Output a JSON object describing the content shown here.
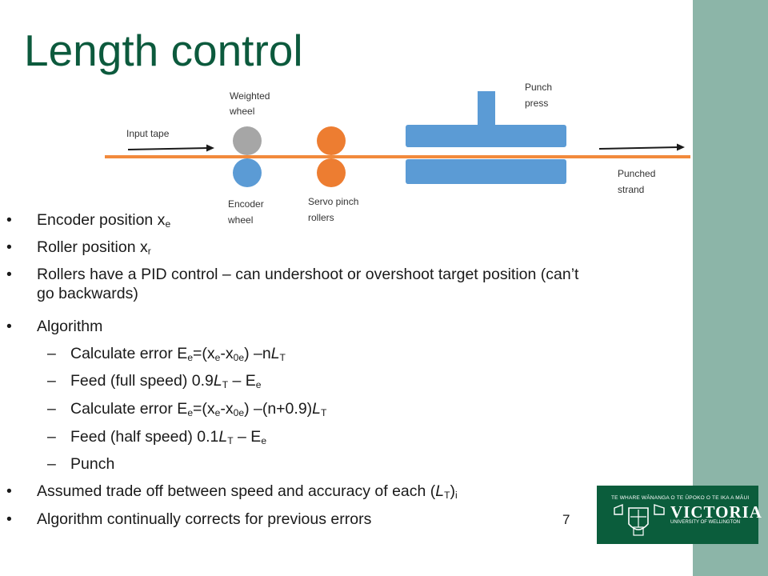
{
  "slide": {
    "title": "Length control",
    "page_number": "7",
    "colors": {
      "title": "#0c5a3d",
      "sidebar": "#8cb5a8",
      "tape": "#f28a3c",
      "press": "#5b9bd5",
      "weighted_wheel": "#a6a6a6",
      "encoder_wheel": "#5b9bd5",
      "rollers": "#ed7d31",
      "logo_bg": "#0b5d3c"
    }
  },
  "diagram": {
    "labels": {
      "weighted_wheel_1": "Weighted",
      "weighted_wheel_2": "wheel",
      "punch_press_1": "Punch",
      "punch_press_2": "press",
      "input_tape": "Input tape",
      "punched_strand_1": "Punched",
      "punched_strand_2": "strand",
      "encoder_wheel_1": "Encoder",
      "encoder_wheel_2": "wheel",
      "servo_rollers_1": "Servo pinch",
      "servo_rollers_2": "rollers"
    }
  },
  "bullets": {
    "b1": {
      "text": "Encoder position x",
      "sub": "e"
    },
    "b2": {
      "text": "Roller position x",
      "sub": "r"
    },
    "b3": {
      "text": "Rollers have a PID control – can undershoot or overshoot target position (can’t go backwards)"
    },
    "b4": {
      "text": "Algorithm"
    },
    "s1": {
      "a": "Calculate error E",
      "s1": "e",
      "b": "=(x",
      "s2": "e",
      "c": "-x",
      "s3": "0e",
      "d": ") –n",
      "e": "L",
      "s4": "T"
    },
    "s2": {
      "a": "Feed (full speed) 0.9",
      "b": "L",
      "s1": "T",
      "c": " – E",
      "s2": "e"
    },
    "s3": {
      "a": "Calculate error E",
      "s1": "e",
      "b": "=(x",
      "s2": "e",
      "c": "-x",
      "s3": "0e",
      "d": ") –(n+0.9)",
      "e": "L",
      "s4": "T"
    },
    "s4": {
      "a": "Feed (half speed) 0.1",
      "b": "L",
      "s1": "T",
      "c": " – E",
      "s2": "e"
    },
    "s5": {
      "text": "Punch"
    },
    "b5": {
      "a": "Assumed trade off between speed and accuracy of each (",
      "b": "L",
      "s1": "T",
      "c": ")",
      "s2": "i"
    },
    "b6": {
      "text": "Algorithm continually corrects for previous errors"
    },
    "bullet_marker": "•",
    "dash_marker": "–"
  },
  "logo": {
    "tagline": "TE WHARE WĀNANGA O TE ŪPOKO O TE IKA A MĀUI",
    "name": "VICTORIA",
    "subname": "UNIVERSITY OF WELLINGTON"
  }
}
